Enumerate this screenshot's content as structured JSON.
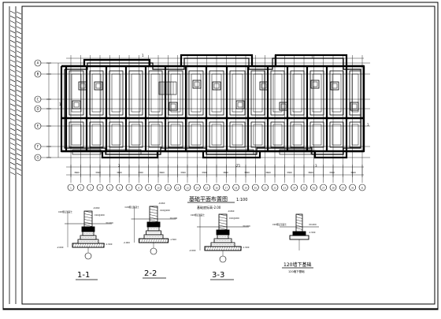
{
  "drawing": {
    "plan_title": "基础平面布置图",
    "plan_scale": "1:100",
    "plan_note": "基础底标高-2.00",
    "section_titles": [
      "1-1",
      "2-2",
      "3-3"
    ],
    "detail_title": "120墙下基础",
    "detail_subtitle": "120墙下基础",
    "row_axes": [
      "A",
      "B",
      "C",
      "D",
      "E",
      "F",
      "G"
    ],
    "col_axes": [
      "1",
      "2",
      "3",
      "4",
      "5",
      "6",
      "7",
      "8",
      "9",
      "10",
      "11",
      "12",
      "13",
      "14",
      "15",
      "16",
      "17",
      "18",
      "19",
      "20",
      "21",
      "22",
      "23",
      "24",
      "25",
      "26",
      "27",
      "28",
      "29",
      "30",
      "31"
    ],
    "dim_values": [
      "3600",
      "3300",
      "3600",
      "3300",
      "3600",
      "3300",
      "3300",
      "3600",
      "3300",
      "3600",
      "3300",
      "3600",
      "3300",
      "3600"
    ],
    "section_markers": [
      "1",
      "2",
      "3",
      "Z1"
    ],
    "section_labels": {
      "footing_top": "C20细石混凝土",
      "bar_label": "C10@200",
      "elev_a": "-0.060",
      "elev_b": "-2.000",
      "elev_c": "-1.500",
      "elev_d": "±0.000"
    }
  }
}
